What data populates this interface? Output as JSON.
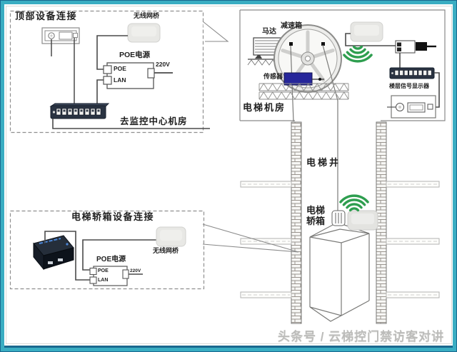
{
  "top_box": {
    "title": "顶部设备连接",
    "bridge_label": "无线网桥",
    "poe_label": "POE电源",
    "poe_port": "POE",
    "lan_port": "LAN",
    "voltage": "220V",
    "note": "去监控中心机房"
  },
  "car_box": {
    "title": "电梯轿箱设备连接",
    "bridge_label": "无线网桥",
    "poe_label": "POE电源",
    "poe_port": "POE",
    "lan_port": "LAN",
    "voltage": "220V"
  },
  "machine_room": {
    "title": "电梯机房",
    "motor_label": "马达",
    "gearbox_label": "减速箱",
    "sensor_label": "传感器",
    "display_label": "楼层信号显示器"
  },
  "shaft": {
    "well_label": "电梯井",
    "car_label_line1": "电梯",
    "car_label_line2": "轿箱"
  },
  "watermark": "头条号 / 云梯控门禁访客对讲",
  "colors": {
    "frame_teal": "#3aadc2",
    "frame_navy": "#1a688f",
    "wifi_green": "#2e9e4f",
    "sensor_blue": "#26269a",
    "switch_navy": "#2a3342"
  }
}
